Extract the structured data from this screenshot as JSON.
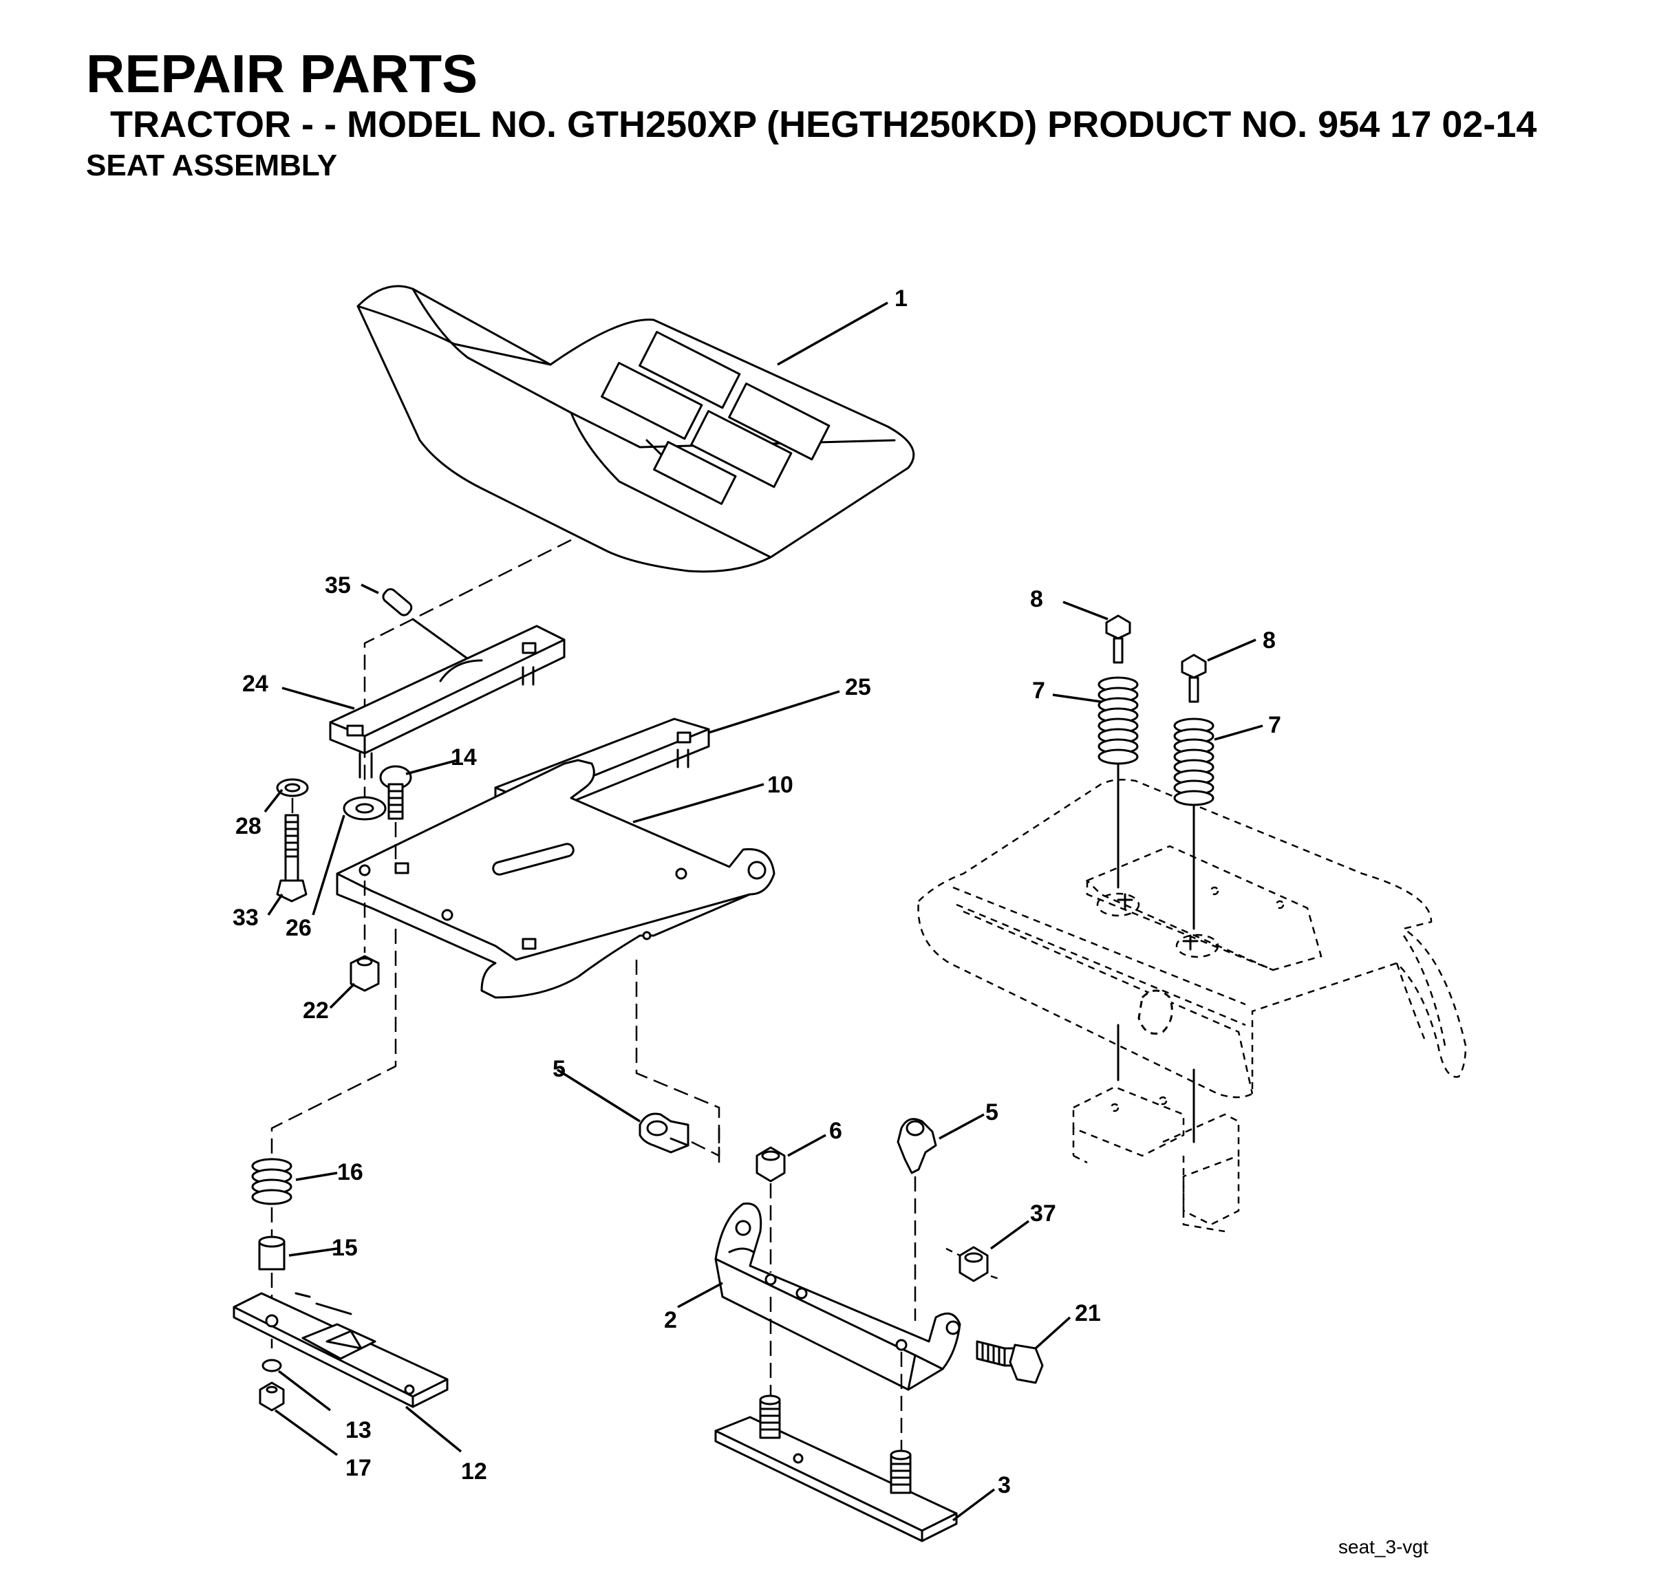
{
  "header": {
    "title": "REPAIR PARTS",
    "subtitle": "TRACTOR - - MODEL NO. GTH250XP (HEGTH250KD) PRODUCT NO. 954 17 02-14",
    "section": "SEAT ASSEMBLY"
  },
  "callouts": {
    "c1": "1",
    "c2": "2",
    "c3": "3",
    "c5a": "5",
    "c5b": "5",
    "c6": "6",
    "c7a": "7",
    "c7b": "7",
    "c8a": "8",
    "c8b": "8",
    "c10": "10",
    "c12": "12",
    "c13": "13",
    "c14": "14",
    "c15": "15",
    "c16": "16",
    "c17": "17",
    "c21": "21",
    "c22": "22",
    "c24": "24",
    "c25": "25",
    "c26": "26",
    "c28": "28",
    "c33": "33",
    "c35": "35",
    "c37": "37"
  },
  "figure_code": "seat_3-vgt"
}
